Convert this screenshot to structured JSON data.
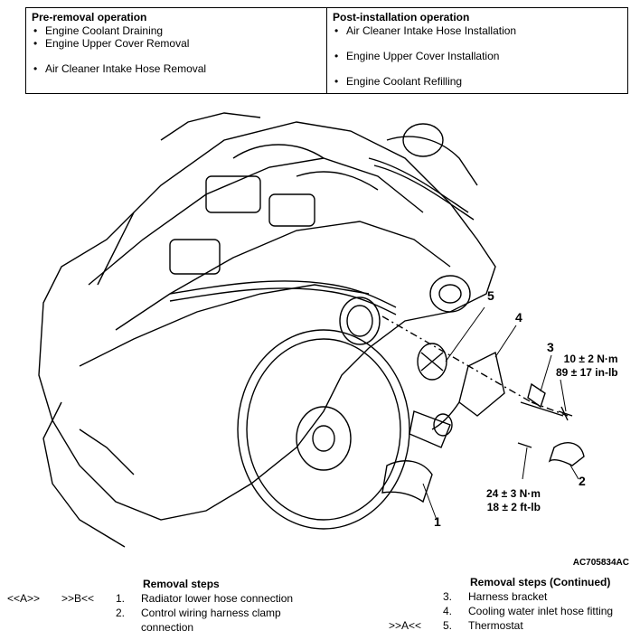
{
  "operations": {
    "pre_removal": {
      "heading": "Pre-removal operation",
      "items": [
        "Engine Coolant Draining",
        "Engine Upper Cover Removal",
        "Air Cleaner Intake Hose Removal"
      ]
    },
    "post_installation": {
      "heading": "Post-installation operation",
      "items": [
        "Air Cleaner Intake Hose Installation",
        "Engine Upper Cover Installation",
        "Engine Coolant Refilling"
      ]
    }
  },
  "diagram": {
    "callouts": [
      "1",
      "2",
      "3",
      "4",
      "5"
    ],
    "torque_upper": [
      "10 ± 2 N·m",
      "89 ± 17 in-lb"
    ],
    "torque_lower": [
      "24 ± 3 N·m",
      "18 ± 2 ft-lb"
    ],
    "figure_id": "AC705834AC"
  },
  "removal_steps": {
    "title": "Removal steps",
    "items": [
      {
        "mark_left": "<<A>>",
        "mark_right": ">>B<<",
        "num": "1.",
        "text": "Radiator lower hose connection"
      },
      {
        "mark_left": "",
        "mark_right": "",
        "num": "2.",
        "text": "Control wiring harness clamp connection"
      }
    ]
  },
  "removal_steps_continued": {
    "title": "Removal steps (Continued)",
    "items": [
      {
        "mark": "",
        "num": "3.",
        "text": "Harness bracket"
      },
      {
        "mark": "",
        "num": "4.",
        "text": "Cooling water inlet hose fitting"
      },
      {
        "mark": ">>A<<",
        "num": "5.",
        "text": "Thermostat"
      }
    ]
  }
}
